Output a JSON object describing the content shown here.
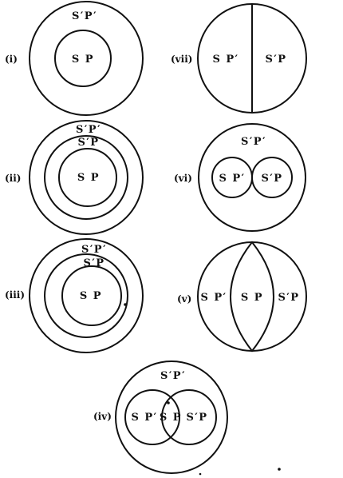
{
  "diagrams": [
    {
      "id": "i",
      "label": "(i)",
      "texts": [
        "S′P′",
        "S P"
      ]
    },
    {
      "id": "ii",
      "label": "(ii)",
      "texts": [
        "S′P′",
        "S′P",
        "S P"
      ]
    },
    {
      "id": "iii",
      "label": "(iii)",
      "texts": [
        "S′P′",
        "S′P",
        "S P"
      ]
    },
    {
      "id": "iv",
      "label": "(iv)",
      "texts": [
        "S′P′",
        "S P′",
        "S P",
        "S′P"
      ]
    },
    {
      "id": "v",
      "label": "(v)",
      "texts": [
        "S P′",
        "S P",
        "S′P"
      ]
    },
    {
      "id": "vi",
      "label": "(vi)",
      "texts": [
        "S′P′",
        "S P′",
        "S′P"
      ]
    },
    {
      "id": "vii",
      "label": "(vii)",
      "texts": [
        "S P′",
        "S′P"
      ]
    }
  ]
}
